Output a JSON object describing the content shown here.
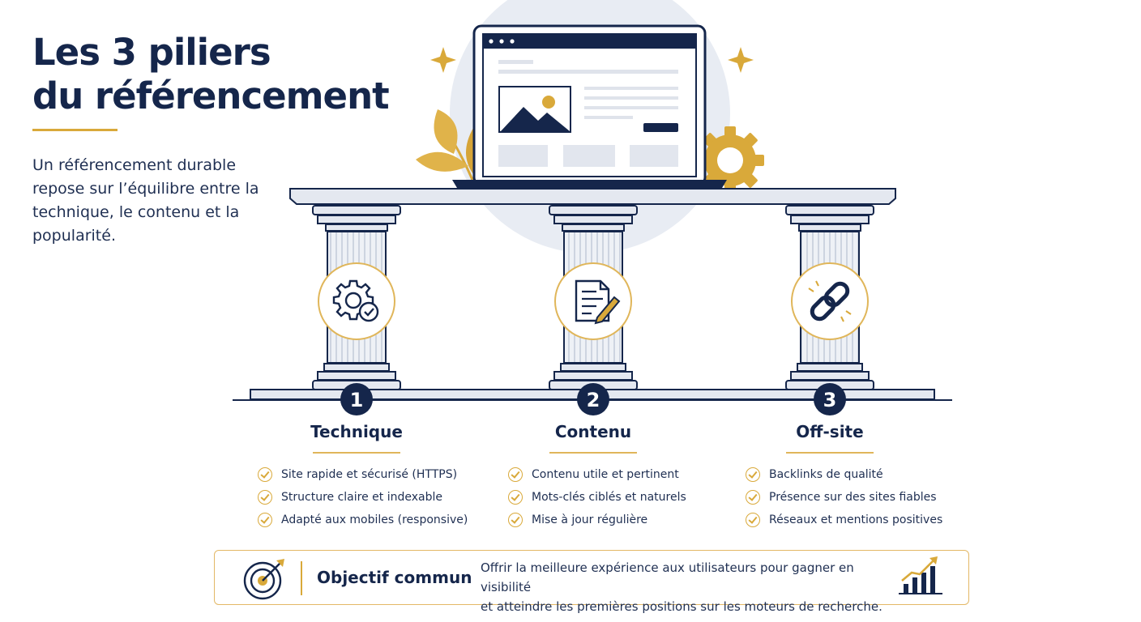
{
  "header": {
    "title_line1": "Les 3 piliers",
    "title_line2": "du référencement",
    "intro": "Un référencement durable repose sur l’équilibre entre la technique, le contenu et la popularité."
  },
  "pillars": [
    {
      "number": "1",
      "title": "Technique",
      "icon": "gear-check-icon",
      "items": [
        "Site rapide et sécurisé (HTTPS)",
        "Structure claire et indexable",
        "Adapté aux mobiles (responsive)"
      ]
    },
    {
      "number": "2",
      "title": "Contenu",
      "icon": "document-pencil-icon",
      "items": [
        "Contenu utile et pertinent",
        "Mots-clés ciblés et naturels",
        "Mise à jour régulière"
      ]
    },
    {
      "number": "3",
      "title": "Off-site",
      "icon": "chain-link-icon",
      "items": [
        "Backlinks de qualité",
        "Présence sur des sites fiables",
        "Réseaux et mentions positives"
      ]
    }
  ],
  "goal": {
    "title": "Objectif commun",
    "text_line1": "Offrir la meilleure expérience aux utilisateurs pour gagner en visibilité",
    "text_line2": "et atteindre les premières positions sur les moteurs de recherche.",
    "left_icon": "target-arrow-icon",
    "right_icon": "growth-chart-icon"
  },
  "colors": {
    "navy": "#15264b",
    "gold": "#d9a93a",
    "pillar": "#e4e8f0",
    "circle_bg": "#e8ecf3"
  }
}
